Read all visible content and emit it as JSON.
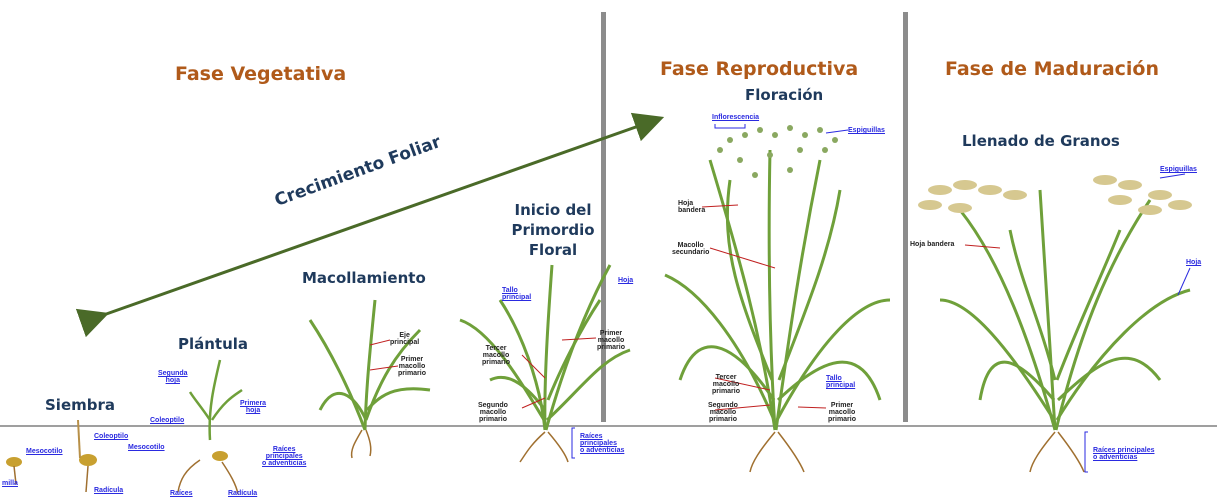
{
  "phases": {
    "vegetativa": "Fase Vegetativa",
    "reproductiva": "Fase Reproductiva",
    "maduracion": "Fase de Maduración"
  },
  "stages": {
    "floracion": "Floración",
    "llenado": "Llenado de Granos",
    "inicio_line1": "Inicio del",
    "inicio_line2": "Primordio",
    "inicio_line3": "Floral",
    "macollamiento": "Macollamiento",
    "plantula": "Plántula",
    "siembra": "Siembra"
  },
  "arrow_label": "Crecimiento Foliar",
  "labels": {
    "inflorescencia": "Inflorescencia",
    "espiguillas1": "Espiguillas",
    "espiguillas2": "Espiguillas",
    "hoja_bandera1_l1": "Hoja",
    "hoja_bandera1_l2": "bandera",
    "mac_sec_l1": "Macollo",
    "mac_sec_l2": "secundario",
    "hoja_bandera2": "Hoja bandera",
    "hoja1": "Hoja",
    "hoja2": "Hoja",
    "tallo1_l1": "Tallo",
    "tallo1_l2": "principal",
    "tallo2_l1": "Tallo",
    "tallo2_l2": "principal",
    "primer_mac1_l1": "Primer",
    "primer_mac1_l2": "macollo",
    "primer_mac1_l3": "primario",
    "tercer_mac1_l1": "Tercer",
    "tercer_mac1_l2": "macollo",
    "tercer_mac1_l3": "primario",
    "segundo_mac1_l1": "Segundo",
    "segundo_mac1_l2": "macollo",
    "segundo_mac1_l3": "primario",
    "raices1_l1": "Raíces",
    "raices1_l2": "principales",
    "raices1_l3": "o adventicias",
    "eje_l1": "Eje",
    "eje_l2": "principal",
    "primer_mac2_l1": "Primer",
    "primer_mac2_l2": "macollo",
    "primer_mac2_l3": "primario",
    "tercer_mac2_l1": "Tercer",
    "tercer_mac2_l2": "macollo",
    "tercer_mac2_l3": "primario",
    "segundo_mac2_l1": "Segundo",
    "segundo_mac2_l2": "macollo",
    "segundo_mac2_l3": "primario",
    "primer_mac3_l1": "Primer",
    "primer_mac3_l2": "macollo",
    "primer_mac3_l3": "primario",
    "raices2_l1": "Raíces principales",
    "raices2_l2": "o adventicias",
    "segunda_hoja_l1": "Segunda",
    "segunda_hoja_l2": "hoja",
    "primera_hoja_l1": "Primera",
    "primera_hoja_l2": "hoja",
    "coleoptilo1": "Coleoptilo",
    "coleoptilo2": "Coleoptilo",
    "mesocotilo1": "Mesocotilo",
    "mesocotilo2": "Mesocotilo",
    "raices3_l1": "Raíces",
    "raices3_l2": "principales",
    "raices3_l3": "o adventicias",
    "radicula1": "Radícula",
    "radicula2": "Radícula",
    "raices4": "Raíces",
    "semilla": "milla"
  },
  "colors": {
    "phase": "#b05a1a",
    "stage": "#1f3a5c",
    "arrow": "#4a6a28",
    "divider": "#8c8c8c",
    "link": "#2a2ae0",
    "leaf": "#6fa03a"
  }
}
